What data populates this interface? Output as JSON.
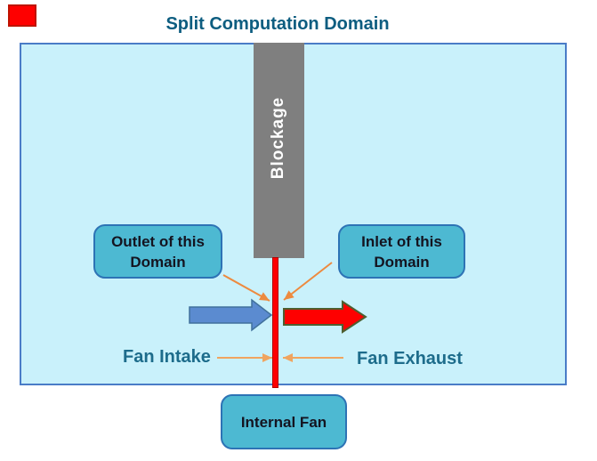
{
  "title": "Split Computation Domain",
  "labels": {
    "blockage": "Blockage",
    "outlet_line1": "Outlet of this",
    "outlet_line2": "Domain",
    "inlet_line1": "Inlet of this",
    "inlet_line2": "Domain",
    "internal_fan": "Internal Fan",
    "fan_intake": "Fan Intake",
    "fan_exhaust": "Fan Exhaust"
  },
  "colors": {
    "title_text": "#0d5d80",
    "flow_label_text": "#1d6c8b",
    "domain_fill": "#c9f1fb",
    "domain_border": "#4a7cc7",
    "blockage_fill": "#7f7f7f",
    "blockage_text": "#ffffff",
    "callout_fill": "#4db9d2",
    "callout_border": "#2d73b5",
    "fan_line_red": "#fe0000",
    "marker_red": "#fe0000",
    "intake_arrow_fill": "#5b8bd0",
    "intake_arrow_border": "#41719c",
    "exhaust_arrow_fill": "#fe0000",
    "exhaust_arrow_border": "#4e5e30",
    "annotation_arrow_diagonal": "#ed8a3f",
    "annotation_arrow_horizontal": "#f0a45f"
  }
}
